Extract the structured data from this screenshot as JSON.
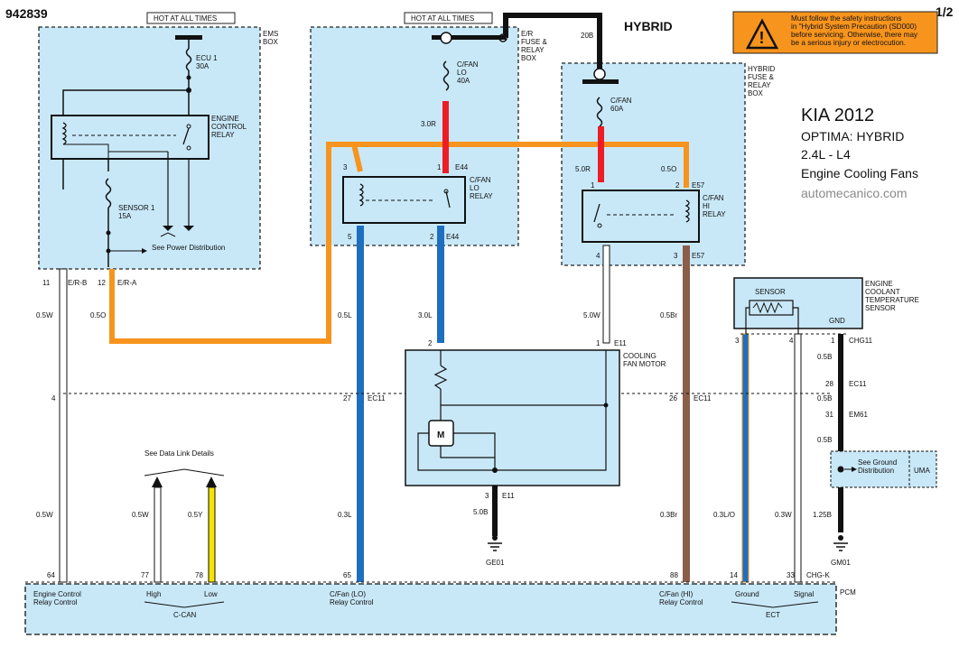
{
  "header": {
    "diagram_id": "942839",
    "page": "1/2",
    "hybrid_label": "HYBRID",
    "warning_text": [
      "Must follow the safety instructions",
      "in \"Hybrid System Precaution (SD000)",
      "before servicing. Otherwise, there may",
      "be a serious injury or electrocution."
    ]
  },
  "title": {
    "make_year": "KIA 2012",
    "model": "OPTIMA: HYBRID",
    "engine": "2.4L - L4",
    "system": "Engine Cooling Fans",
    "site": "automecanico.com"
  },
  "hot_labels": [
    "HOT AT ALL TIMES",
    "HOT AT ALL TIMES"
  ],
  "boxes": {
    "ems": [
      "EMS",
      "BOX"
    ],
    "er": [
      "E/R",
      "FUSE &",
      "RELAY",
      "BOX"
    ],
    "hybrid": [
      "HYBRID",
      "FUSE &",
      "RELAY",
      "BOX"
    ]
  },
  "fuses": {
    "ecu1": [
      "ECU 1",
      "30A"
    ],
    "sensor1": [
      "SENSOR 1",
      "15A"
    ],
    "cfan_lo": [
      "C/FAN",
      "LO",
      "40A"
    ],
    "cfan_hi": [
      "C/FAN",
      "60A"
    ]
  },
  "relays": {
    "ecr": [
      "ENGINE",
      "CONTROL",
      "RELAY"
    ],
    "lo": [
      "C/FAN",
      "LO",
      "RELAY"
    ],
    "hi": [
      "C/FAN",
      "HI",
      "RELAY"
    ]
  },
  "labels": {
    "see_power": "See Power Distribution",
    "see_data_link": "See Data Link Details",
    "see_ground": [
      "See Ground",
      "Distribution"
    ],
    "uma": "UMA",
    "sensor": "SENSOR",
    "gnd": "GND",
    "ect_sensor": [
      "ENGINE",
      "COOLANT",
      "TEMPERATURE",
      "SENSOR"
    ],
    "fan_motor": [
      "COOLING",
      "FAN MOTOR"
    ],
    "motor": "M",
    "pcm": "PCM"
  },
  "wires": {
    "w20b": "20B",
    "w30r": "3.0R",
    "w50r": "5.0R",
    "w05o_top": "0.5O",
    "w05w_left": "0.5W",
    "w05o_left": "0.5O",
    "w05l": "0.5L",
    "w30l": "3.0L",
    "w50w": "5.0W",
    "w05br": "0.5Br",
    "w05w_can": "0.5W",
    "w05y_can": "0.5Y",
    "w05w_pcm": "0.5W",
    "w03l": "0.3L",
    "w50b": "5.0B",
    "w03br": "0.3Br",
    "w03lo": "0.3L/O",
    "w03w": "0.3W",
    "w125b": "1.25B",
    "w05b_1": "0.5B",
    "w05b_2": "0.5B",
    "w05b_3": "0.5B"
  },
  "connectors": {
    "p11": "11",
    "er_b": "E/R-B",
    "p12": "12",
    "er_a": "E/R-A",
    "p4_left": "4",
    "p27": "27",
    "ec11_a": "EC11",
    "p26": "26",
    "ec11_b": "EC11",
    "p3_lo": "3",
    "p1_lo": "1",
    "e44_top": "E44",
    "p5_lo": "5",
    "p2_lo": "2",
    "e44_bot": "E44",
    "p1_hi": "1",
    "p2_hi": "2",
    "e57_top": "E57",
    "p4_hi": "4",
    "p3_hi": "3",
    "e57_bot": "E57",
    "p2_motor": "2",
    "p1_motor": "1",
    "e11_top": "E11",
    "p3_motor": "3",
    "e11_bot": "E11",
    "ge01": "GE01",
    "p3_ect": "3",
    "p4_ect": "4",
    "p1_ect": "1",
    "chg11": "CHG11",
    "p28": "28",
    "ec11_c": "EC11",
    "p31": "31",
    "em61": "EM61",
    "gm01": "GM01",
    "p64": "64",
    "p77": "77",
    "p78": "78",
    "p65": "65",
    "p88": "88",
    "p14": "14",
    "p33": "33",
    "chgk": "CHG-K"
  },
  "pcm_labels": {
    "ecr_ctrl": [
      "Engine Control",
      "Relay Control"
    ],
    "high": "High",
    "low": "Low",
    "ccan": "C-CAN",
    "cfan_lo_ctrl": [
      "C/Fan (LO)",
      "Relay Control"
    ],
    "cfan_hi_ctrl": [
      "C/Fan (HI)",
      "Relay Control"
    ],
    "ground": "Ground",
    "signal": "Signal",
    "ect": "ECT"
  },
  "colors": {
    "box_fill": "#c8e8f8",
    "orange": "#f7941d",
    "red": "#ee1c25",
    "blue": "#1f6fbf",
    "brown": "#8b5e4a",
    "yellow": "#f5e400",
    "warning": "#f7941d"
  }
}
